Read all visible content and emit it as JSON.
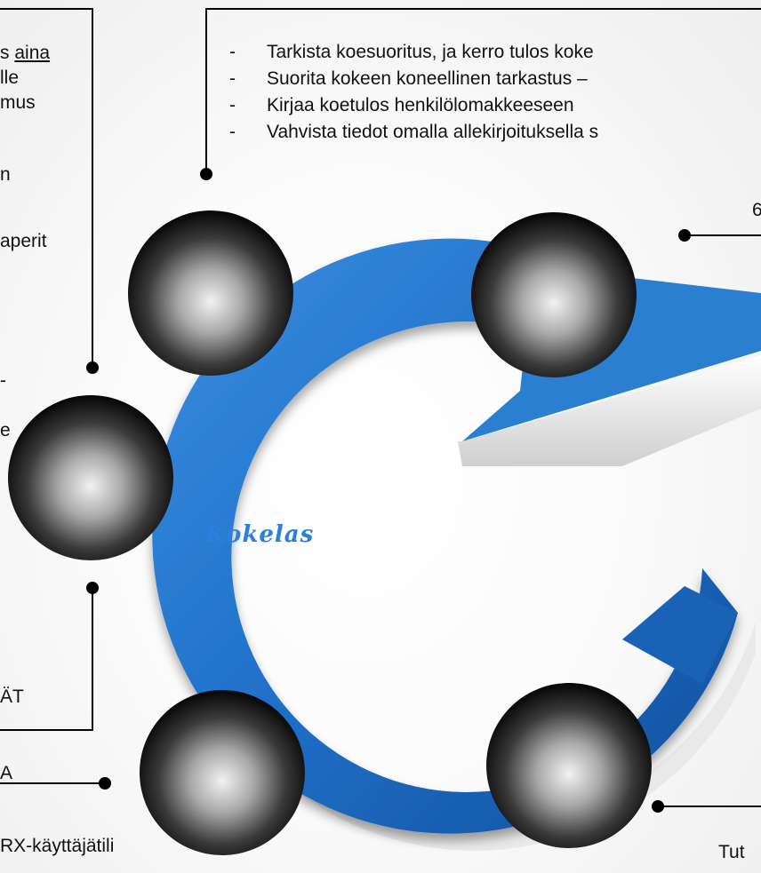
{
  "center_label": "Kokelas",
  "top_steps": [
    "Tarkista koesuoritus, ja kerro tulos koke",
    "Suorita kokeen koneellinen tarkastus –",
    "Kirjaa koetulos henkilölomakkeeseen",
    "Vahvista tiedot omalla allekirjoituksella s"
  ],
  "bullet_dash": "-",
  "left_text": {
    "line1_prefix": "s",
    "line1_underlined": "aina",
    "line2": "lle",
    "line3": "mus",
    "line4": "n",
    "line5": "aperit",
    "line6": "-",
    "line7": "e",
    "line8": "ÄT",
    "line9": "A"
  },
  "bottom_left_text": "RX-käyttäjätili",
  "bottom_right_text": "Tut",
  "right_partial_text": "6",
  "colors": {
    "arrow_blue": "#2a7fd0",
    "arrow_dark": "#0d4d9a",
    "label_blue": "#2b7fe0",
    "sphere_dark": "#0d0d0d",
    "line": "#000000"
  }
}
